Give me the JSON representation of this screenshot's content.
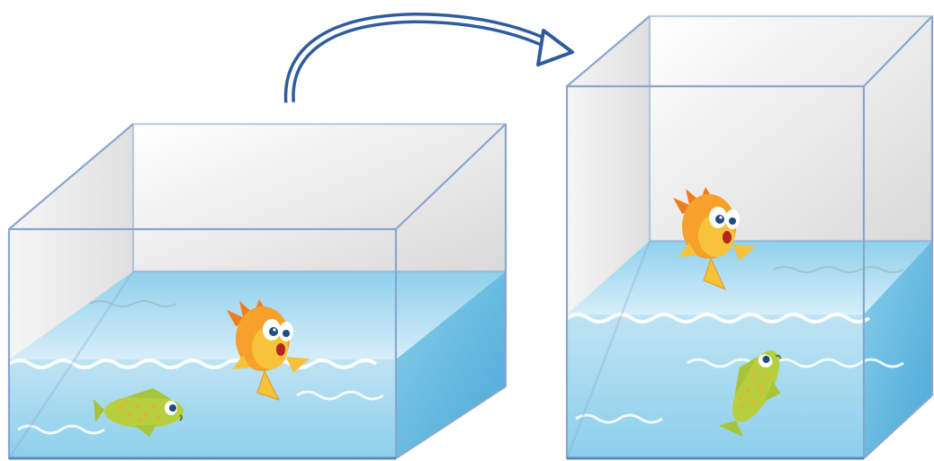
{
  "scene": {
    "background": "#ffffff",
    "glass_edge_color": "#8aa6cf",
    "glass_back_color": "#e6e6e6",
    "water_color": "#6cc0e4",
    "water_surface_color": "#c9e7f6",
    "arrow_color": "#2f5d9c",
    "fish_orange_color": "#f5a12a",
    "fish_yellow_color": "#f0c93b",
    "fish_green_color": "#b7cf3e"
  },
  "tanks": [
    {
      "name": "wide-tank",
      "fish": [
        "orange-fish",
        "green-fish"
      ]
    },
    {
      "name": "tall-tank",
      "fish": [
        "orange-fish",
        "green-fish"
      ]
    }
  ],
  "arrow": {
    "icon": "curved-arrow-right-icon"
  }
}
